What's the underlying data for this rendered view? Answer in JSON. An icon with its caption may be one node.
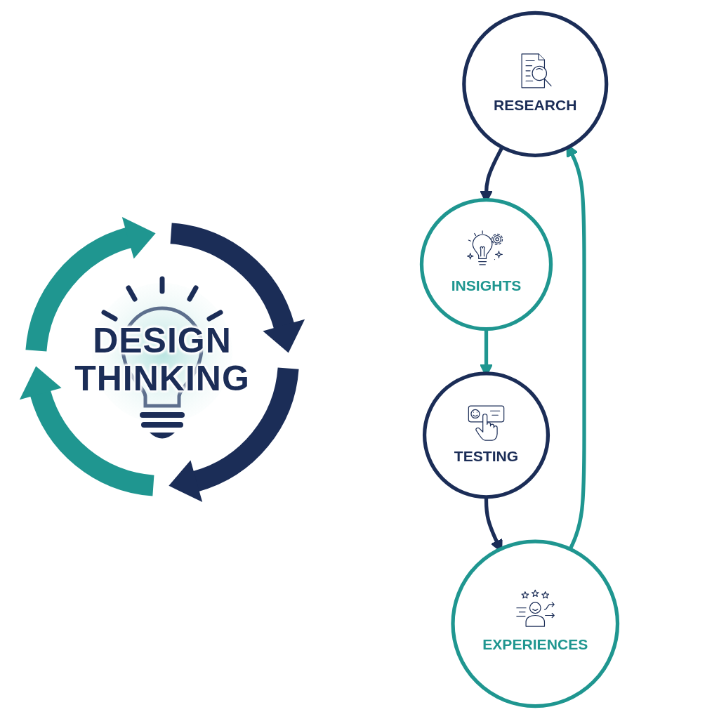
{
  "diagram": {
    "title": "DESIGN THINKING",
    "nodes": [
      {
        "text": [
          "RESEARCH"
        ]
      },
      {
        "text": [
          "INSIGHTS"
        ]
      },
      {
        "text": [
          "TESTING"
        ]
      },
      {
        "text": [
          "EXPERIENCES"
        ]
      }
    ],
    "edges": [
      {
        "from": 0,
        "to": 1,
        "arrow": "to",
        "color": "#1b2d57"
      },
      {
        "from": 1,
        "to": 2,
        "arrow": "to",
        "color": "#1f9690"
      },
      {
        "from": 2,
        "to": 3,
        "arrow": "to",
        "color": "#1b2d57"
      },
      {
        "from": 3,
        "to": 0,
        "arrow": "to",
        "color": "#1f9690"
      }
    ]
  }
}
